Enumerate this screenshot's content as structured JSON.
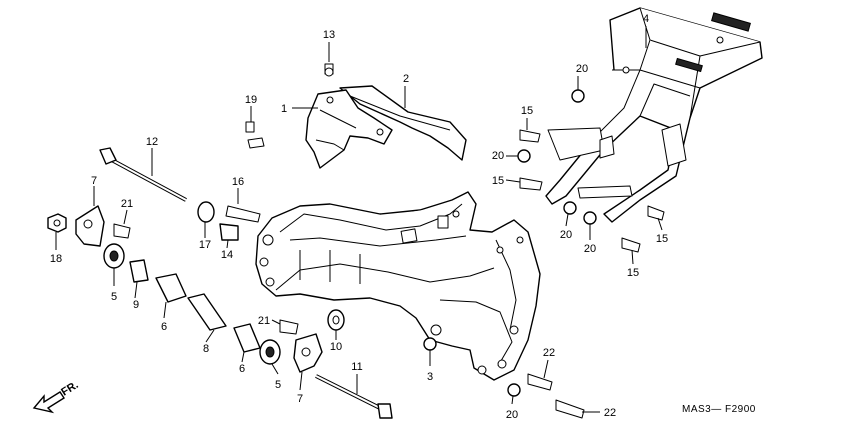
{
  "diagram": {
    "code": "MAS3— F2900",
    "direction_label": "FR.",
    "callouts": [
      "1",
      "2",
      "3",
      "4",
      "5",
      "5",
      "6",
      "6",
      "7",
      "7",
      "8",
      "9",
      "10",
      "11",
      "12",
      "13",
      "14",
      "15",
      "15",
      "15",
      "15",
      "16",
      "17",
      "18",
      "19",
      "20",
      "20",
      "20",
      "20",
      "20",
      "21",
      "21",
      "22",
      "22"
    ]
  }
}
